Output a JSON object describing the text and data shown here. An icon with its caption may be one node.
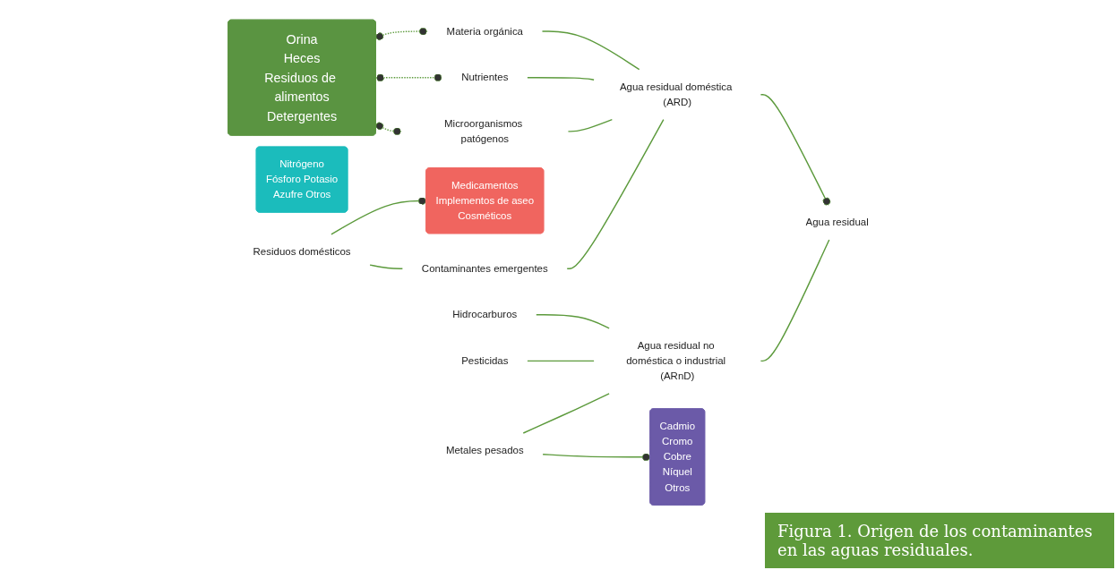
{
  "diagram": {
    "caption": "Figura 1. Origen de los contaminantes en las aguas residuales.",
    "nodes": [
      {
        "text": [
          "Orina",
          "Heces",
          "Residuos de alimentos",
          "Detergentes"
        ]
      },
      {
        "text": [
          "Materia orgánica"
        ]
      },
      {
        "text": [
          "Nutrientes"
        ]
      },
      {
        "text": [
          "Microorganismos patógenos"
        ]
      },
      {
        "text": [
          "Nitrógeno",
          "Fósforo Potasio",
          "Azufre Otros"
        ]
      },
      {
        "text": [
          "Agua residual doméstica (ARD)"
        ]
      },
      {
        "text": [
          "Medicamentos",
          "Implementos de aseo",
          "Cosméticos"
        ]
      },
      {
        "text": [
          "Residuos domésticos"
        ]
      },
      {
        "text": [
          "Contaminantes emergentes"
        ]
      },
      {
        "text": [
          "Agua residual"
        ]
      },
      {
        "text": [
          "Hidrocarburos"
        ]
      },
      {
        "text": [
          "Pesticidas"
        ]
      },
      {
        "text": [
          "Agua residual no doméstica o industrial (ARnD)"
        ]
      },
      {
        "text": [
          "Cadmio",
          "Cromo",
          "Cobre",
          "Níquel",
          "Otros"
        ]
      },
      {
        "text": [
          "Metales pesados"
        ]
      }
    ],
    "edges": [
      {
        "from": 0,
        "to": 1,
        "arrow": "other",
        "style": "dashed"
      },
      {
        "from": 0,
        "to": 2,
        "arrow": "other",
        "style": "dashed"
      },
      {
        "from": 0,
        "to": 3,
        "arrow": "other",
        "style": "dashed"
      },
      {
        "from": 1,
        "to": 5,
        "arrow": "none"
      },
      {
        "from": 2,
        "to": 5,
        "arrow": "none"
      },
      {
        "from": 3,
        "to": 5,
        "arrow": "none"
      },
      {
        "from": 7,
        "to": 6,
        "arrow": "other"
      },
      {
        "from": 7,
        "to": 8,
        "arrow": "none"
      },
      {
        "from": 8,
        "to": 5,
        "arrow": "none"
      },
      {
        "from": 5,
        "to": 9,
        "arrow": "other"
      },
      {
        "from": 10,
        "to": 12,
        "arrow": "none"
      },
      {
        "from": 11,
        "to": 12,
        "arrow": "none"
      },
      {
        "from": 14,
        "to": 13,
        "arrow": "other"
      },
      {
        "from": 14,
        "to": 12,
        "arrow": "none"
      },
      {
        "from": 12,
        "to": 9,
        "arrow": "none"
      }
    ]
  }
}
